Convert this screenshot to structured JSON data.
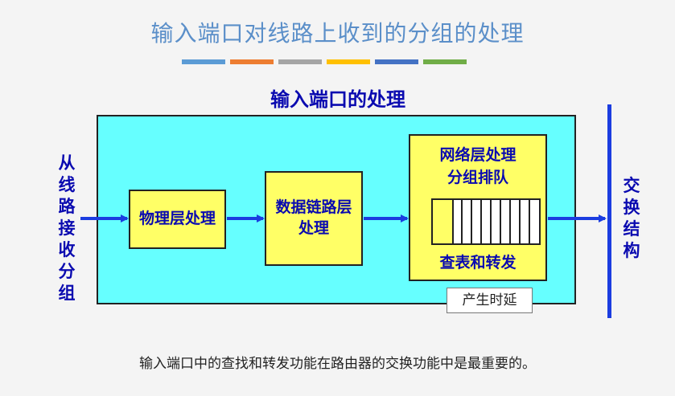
{
  "slide": {
    "title": "输入端口对线路上收到的分组的处理",
    "caption": "输入端口中的查找和转发功能在路由器的交换功能中是最重要的。"
  },
  "decoration": {
    "bar_colors": [
      "#5b9bd5",
      "#ed7d31",
      "#a5a5a5",
      "#ffc000",
      "#4472c4",
      "#70ad47"
    ]
  },
  "diagram": {
    "title": "输入端口的处理",
    "input_label": "从线路接收分组",
    "output_label": "交换结构",
    "blocks": {
      "physical": "物理层处理",
      "datalink": "数据链路层处理",
      "network_line1": "网络层处理",
      "network_line2": "分组排队",
      "lookup": "查表和转发"
    },
    "delay_label": "产生时延",
    "colors": {
      "port_fill": "#66ffff",
      "block_fill": "#ffff66",
      "text": "#0a0ab0",
      "arrow": "#1b3de0"
    }
  }
}
